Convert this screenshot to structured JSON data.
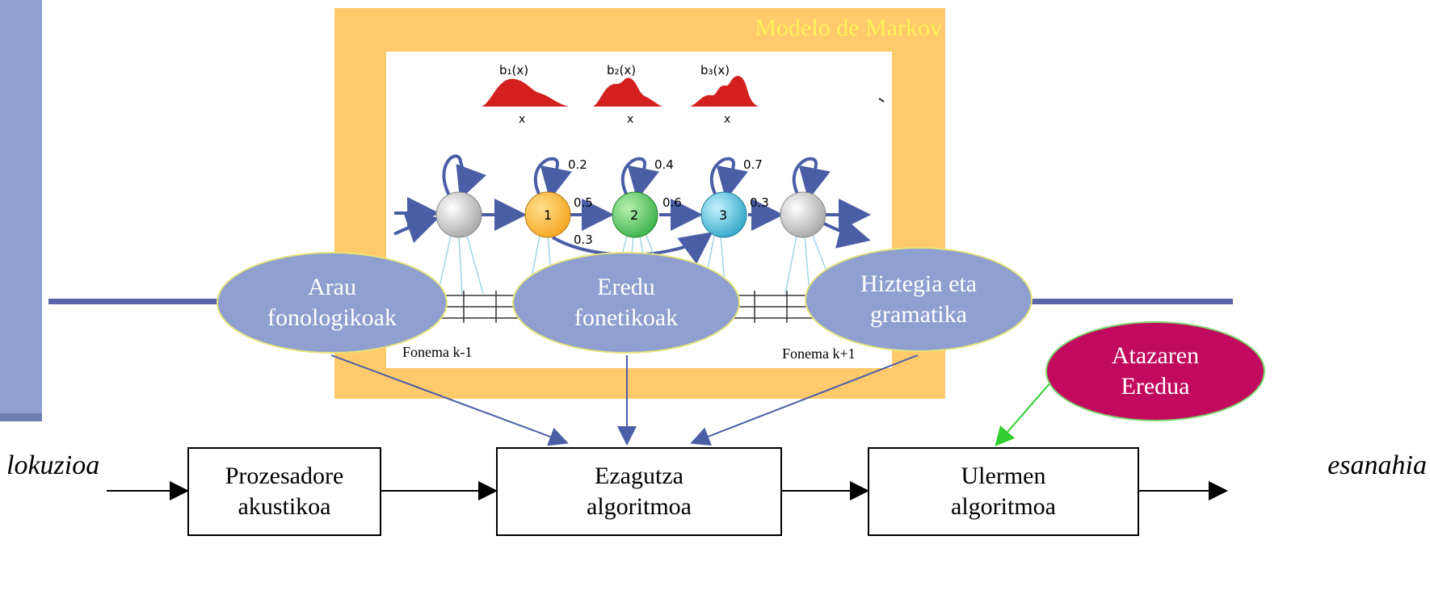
{
  "markov": {
    "title": "Modelo de Markov",
    "pdf_labels": [
      "b₁(x)",
      "b₂(x)",
      "b₃(x)"
    ],
    "axis_x": "x",
    "states": [
      "1",
      "2",
      "3"
    ],
    "self_loop_probs": [
      "0.2",
      "0.4",
      "0.7"
    ],
    "transition_probs": [
      "0.5",
      "0.6",
      "0.3"
    ],
    "skip_prob": "0.3",
    "phoneme_left": "Fonema k-1",
    "phoneme_right": "Fonema k+1"
  },
  "knowledge": {
    "phonological_rules": [
      "Arau",
      "fonologikoak"
    ],
    "phonetic_models": [
      "Eredu",
      "fonetikoak"
    ],
    "lexicon_grammar": [
      "Hiztegia eta",
      "gramatika"
    ],
    "task_model": [
      "Atazaren",
      "Eredua"
    ]
  },
  "pipeline": {
    "input": "lokuzioa",
    "output": "esanahia",
    "acoustic_processor": [
      "Prozesadore",
      "akustikoa"
    ],
    "recognition": [
      "Ezagutza",
      "algoritmoa"
    ],
    "understanding": [
      "Ulermen",
      "algoritmoa"
    ]
  },
  "colors": {
    "slide_accent": "#8f9fcf",
    "rule_line": "#5a64a8",
    "markov_frame": "#ffca6b",
    "markov_title": "#fff25a",
    "task_model": "#c10a5e",
    "state_1": "#f5a623",
    "state_2": "#3cb34a",
    "state_3": "#33a8c9"
  }
}
